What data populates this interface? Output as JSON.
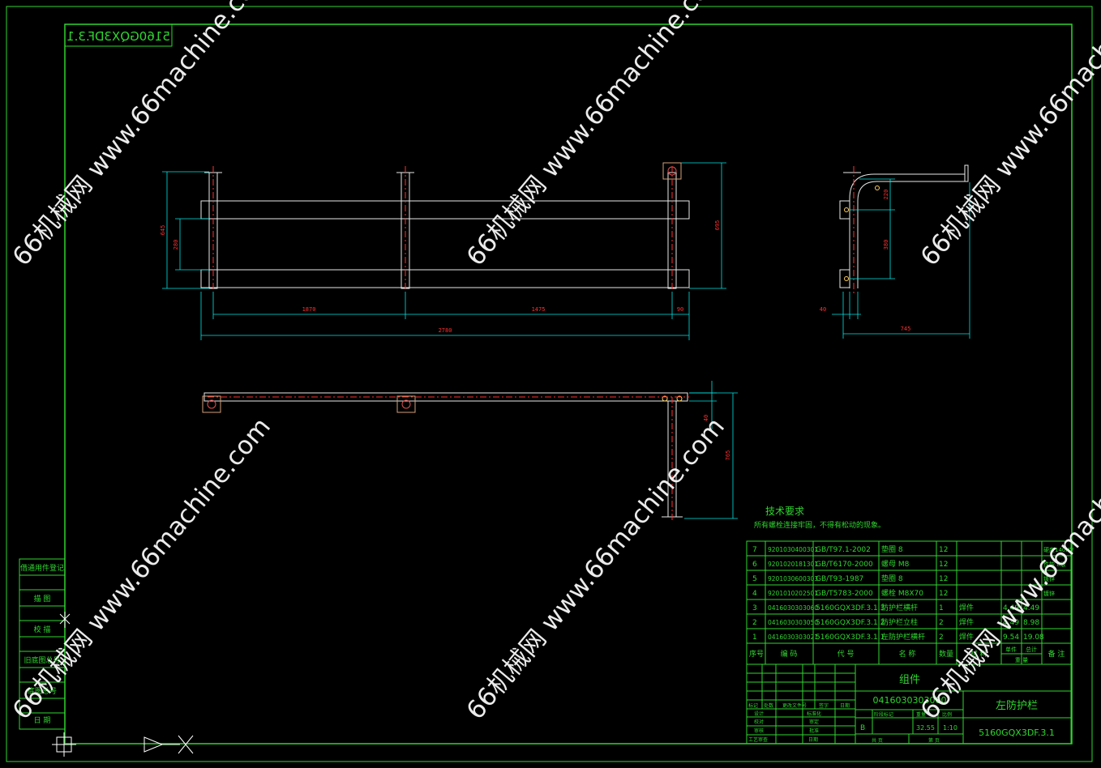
{
  "title_block_mirrored": "5160GQX3DF.3.1",
  "watermark": "66机械网 www.66machine.com",
  "dimensions": {
    "front_height_total": "645",
    "front_height_inner": "280",
    "front_height_right": "695",
    "span_left": "1870",
    "span_right": "1475",
    "span_end": "90",
    "span_total": "2780",
    "side_upper": "220",
    "side_lower": "380",
    "side_offset": "40",
    "side_width": "745",
    "plan_offset": "40",
    "plan_height": "765"
  },
  "tech_req": {
    "title": "技术要求",
    "text": "所有螺栓连接牢固，不得有松动的现象。"
  },
  "bom": {
    "rows": [
      {
        "no": "7",
        "code": "9201030400301",
        "std": "GB/T97.1-2002",
        "name": "垫圈 8",
        "qty": "12",
        "mat": "",
        "unit": "",
        "total": "",
        "note": "硬度140HV"
      },
      {
        "no": "6",
        "code": "9201020181301",
        "std": "GB/T6170-2000",
        "name": "螺母 M8",
        "qty": "12",
        "mat": "",
        "unit": "",
        "total": "",
        "note": "性能 8级"
      },
      {
        "no": "5",
        "code": "9201030600303",
        "std": "GB/T93-1987",
        "name": "垫圈 8",
        "qty": "12",
        "mat": "",
        "unit": "",
        "total": "",
        "note": "镀锌"
      },
      {
        "no": "4",
        "code": "9201010202501",
        "std": "GB/T5783-2000",
        "name": "螺栓 M8X70",
        "qty": "12",
        "mat": "",
        "unit": "",
        "total": "",
        "note": "镀锌"
      },
      {
        "no": "3",
        "code": "0416030303060",
        "std": "5160GQX3DF.3.1.3",
        "name": "防护栏横杆",
        "qty": "1",
        "mat": "焊件",
        "unit": "4.49",
        "total": "4.49",
        "note": ""
      },
      {
        "no": "2",
        "code": "0416030303050",
        "std": "5160GQX3DF.3.1.2",
        "name": "防护栏立柱",
        "qty": "2",
        "mat": "焊件",
        "unit": "4.49",
        "total": "8.98",
        "note": ""
      },
      {
        "no": "1",
        "code": "0416030303021",
        "std": "5160GQX3DF.3.1.1",
        "name": "左防护栏横杆",
        "qty": "2",
        "mat": "焊件",
        "unit": "9.54",
        "total": "19.08",
        "note": ""
      }
    ],
    "header": {
      "no": "序号",
      "code": "编 码",
      "std": "代 号",
      "name": "名 称",
      "qty": "数量",
      "mat": "材 料",
      "unit": "单件",
      "total": "总计",
      "weight": "重 量",
      "note": "备 注"
    }
  },
  "title_block": {
    "assembly": "组件",
    "code": "0416030303000",
    "name": "左防护栏",
    "drawing_no": "5160GQX3DF.3.1",
    "scale": "1:10",
    "mass": "32.55",
    "stage": "B",
    "labels": {
      "marker": "标记",
      "count": "处数",
      "change_doc": "更改文件号",
      "sign": "签字",
      "date": "日期",
      "design": "设计",
      "std_check": "标准化",
      "check": "校对",
      "review": "审定",
      "audit": "审核",
      "approve": "批准",
      "process": "工艺审查",
      "stage_mark": "阶段标记",
      "weight": "重量",
      "ratio": "比例",
      "total_sheets": "共  页",
      "sheet": "第  页"
    }
  },
  "side_strip": [
    "借通用件登记",
    "描 图",
    "校 描",
    "旧底图总号",
    "底图总号",
    "日 期"
  ]
}
